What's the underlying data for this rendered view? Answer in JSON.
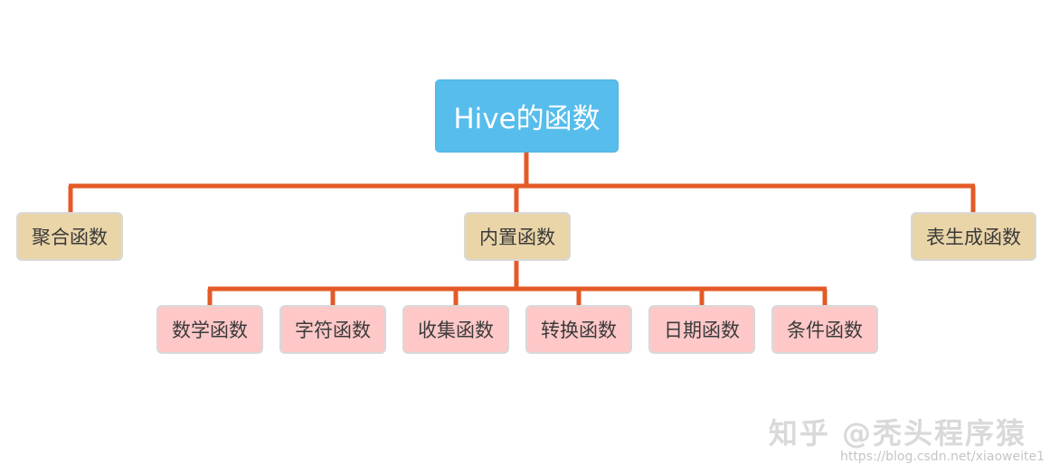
{
  "root": {
    "label": "Hive的函数"
  },
  "level1": [
    {
      "id": "aggregate",
      "label": "聚合函数"
    },
    {
      "id": "builtin",
      "label": "内置函数"
    },
    {
      "id": "udtf",
      "label": "表生成函数"
    }
  ],
  "builtin_children": [
    {
      "id": "math",
      "label": "数学函数"
    },
    {
      "id": "string",
      "label": "字符函数"
    },
    {
      "id": "collection",
      "label": "收集函数"
    },
    {
      "id": "conversion",
      "label": "转换函数"
    },
    {
      "id": "date",
      "label": "日期函数"
    },
    {
      "id": "conditional",
      "label": "条件函数"
    }
  ],
  "watermark": {
    "brand": "知乎 @秃头程序猿",
    "url": "https://blog.csdn.net/xiaoweite1"
  },
  "colors": {
    "connector": "#e45a26",
    "root_fill": "#56bdec",
    "level1_fill": "#ead5a8",
    "level2_fill": "#ffc8c8"
  }
}
